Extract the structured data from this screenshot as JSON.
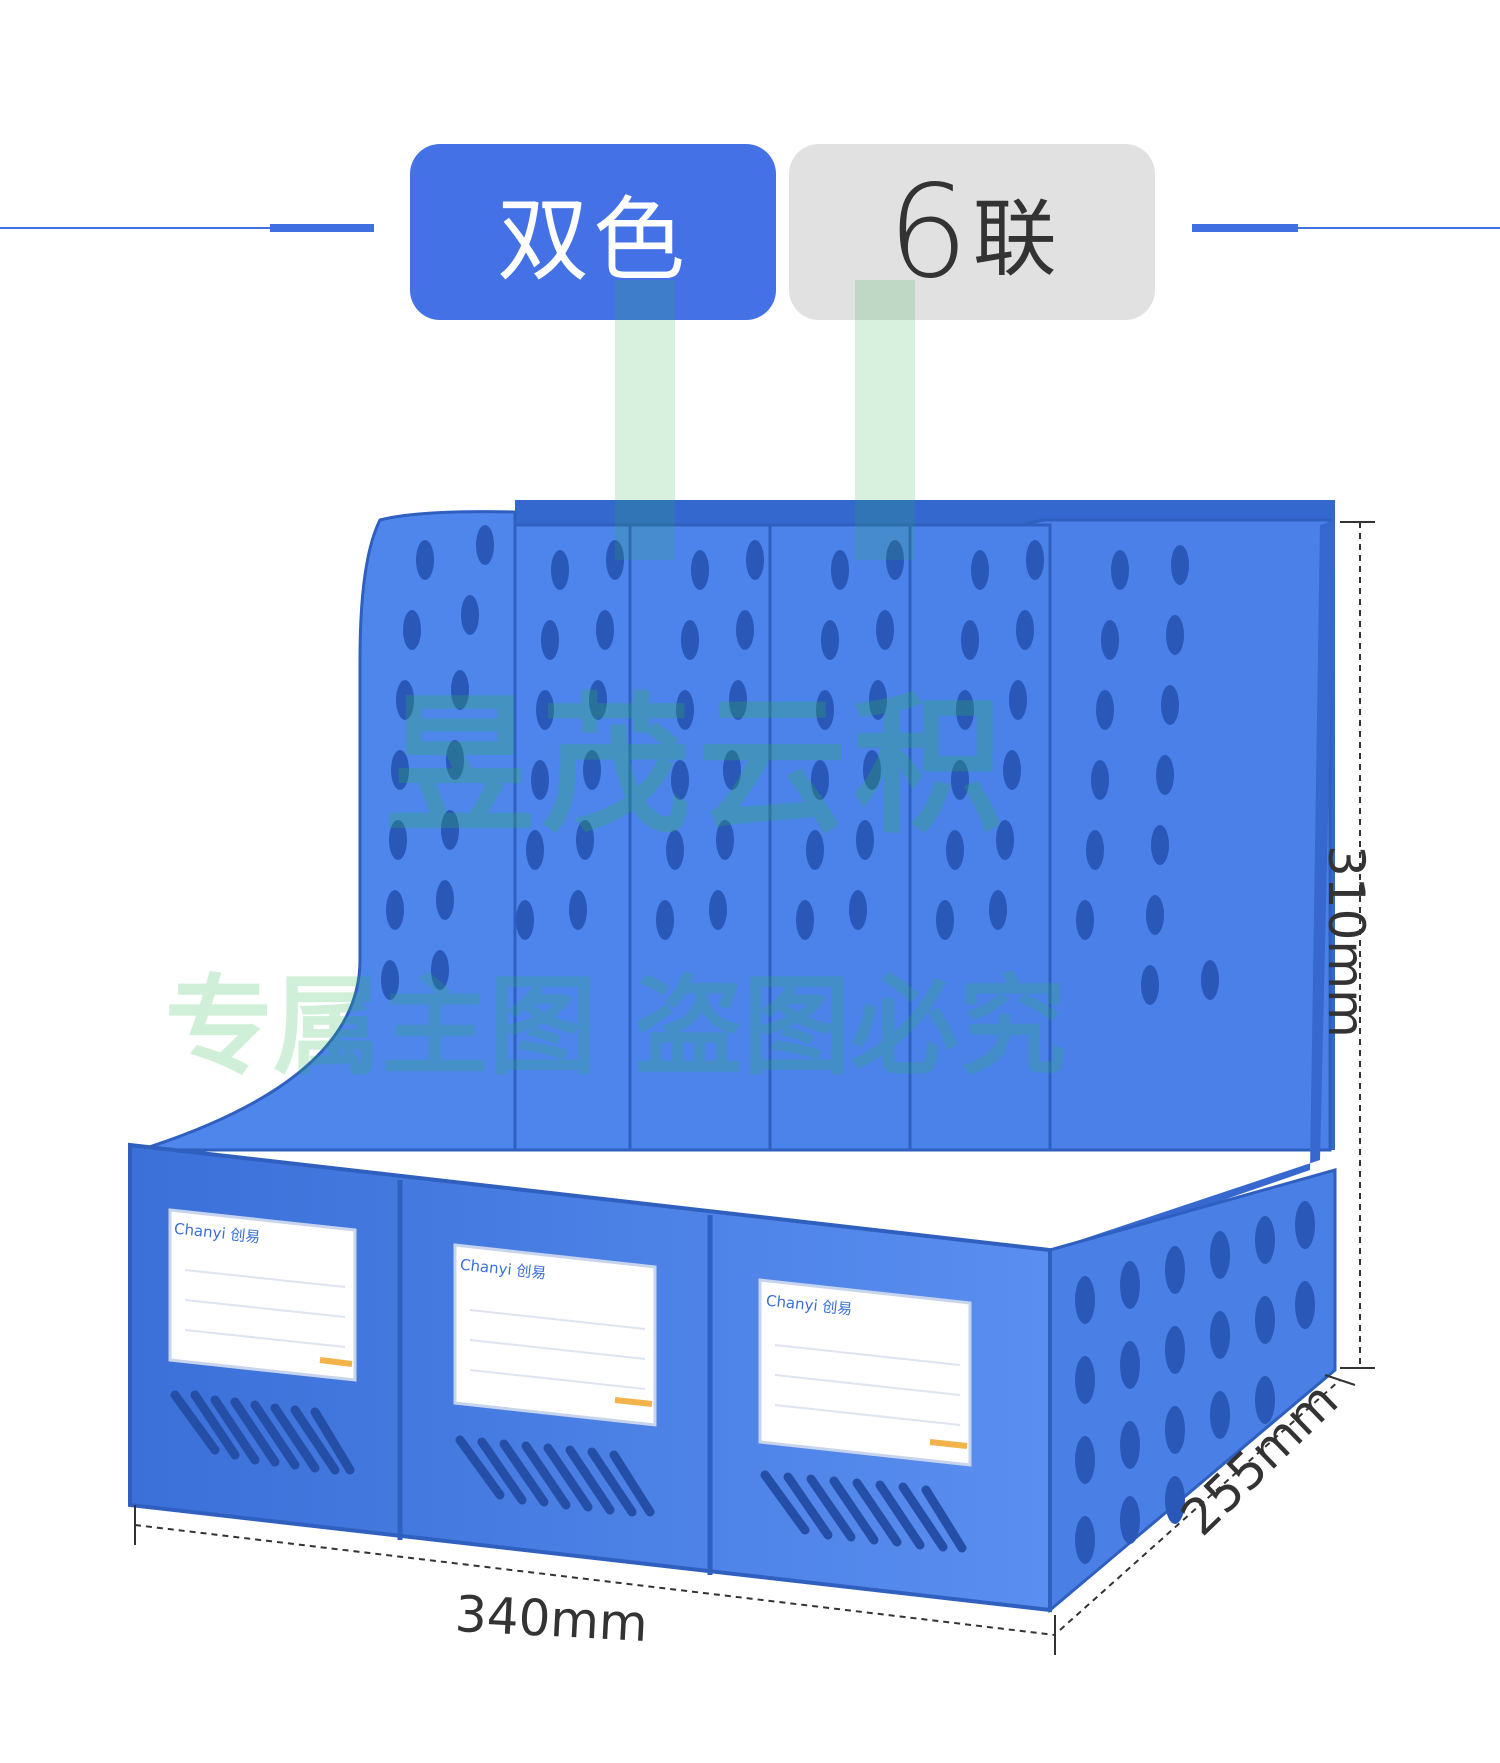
{
  "tabs": {
    "color_label": "双色",
    "count_number": "6",
    "count_unit": "联"
  },
  "product": {
    "brand_label": "Chanyi 创易",
    "color": "#3f78e0"
  },
  "dimensions": {
    "width": "340mm",
    "depth": "255mm",
    "height": "310mm"
  },
  "watermark": {
    "line1": "昱茂云积",
    "line2": "专属主图 盗图必究"
  },
  "colors": {
    "accent": "#4472e6",
    "tab_gray": "#e1e1e1",
    "organizer_blue": "#3f78e0"
  }
}
